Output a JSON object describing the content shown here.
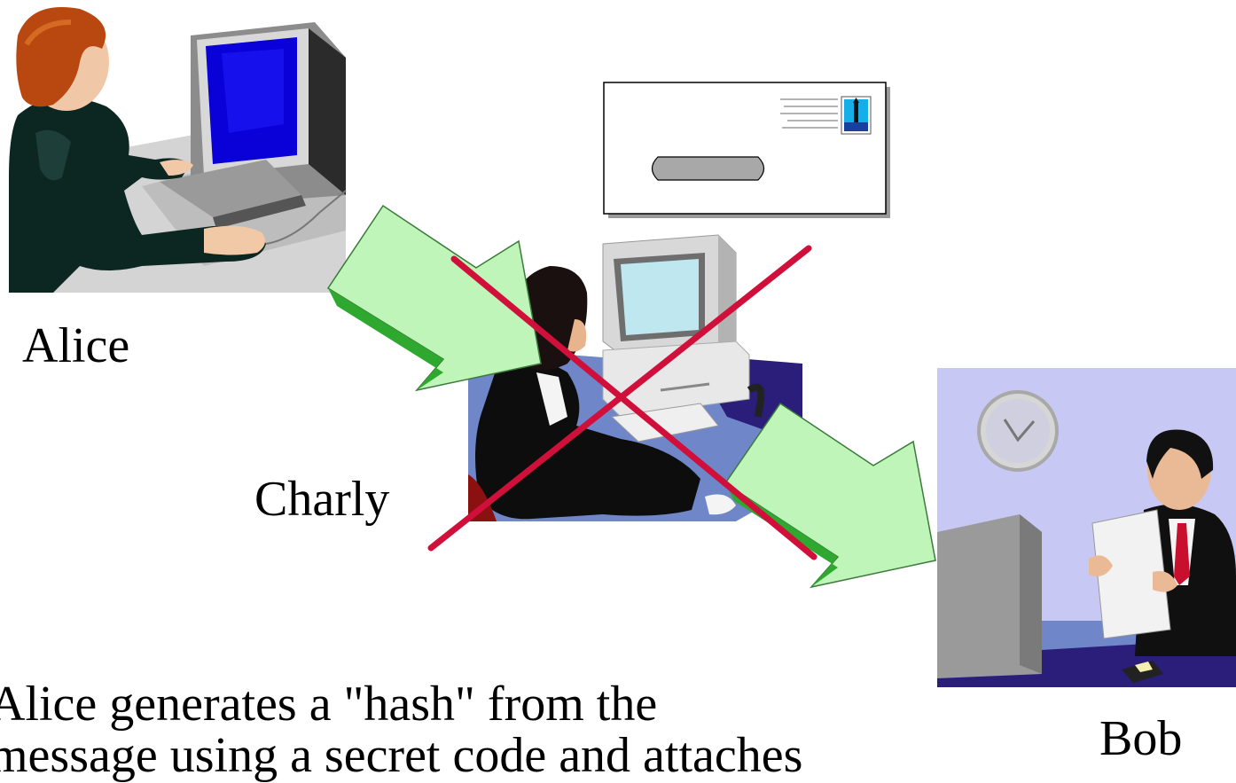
{
  "labels": {
    "alice": "Alice",
    "charly": "Charly",
    "bob": "Bob"
  },
  "caption": {
    "line1": "Alice generates a \"hash\" from the",
    "line2": "message using a secret code and attaches"
  },
  "colors": {
    "arrow_fill": "#bff5b8",
    "arrow_dark": "#2ea82e",
    "cross": "#d0103a",
    "bob_wall": "#c8c8f5",
    "desk": "#6f86c9"
  },
  "icons": {
    "alice": "woman-at-computer",
    "charly": "man-at-computer",
    "bob": "man-reading-document",
    "envelope": "envelope-icon"
  }
}
